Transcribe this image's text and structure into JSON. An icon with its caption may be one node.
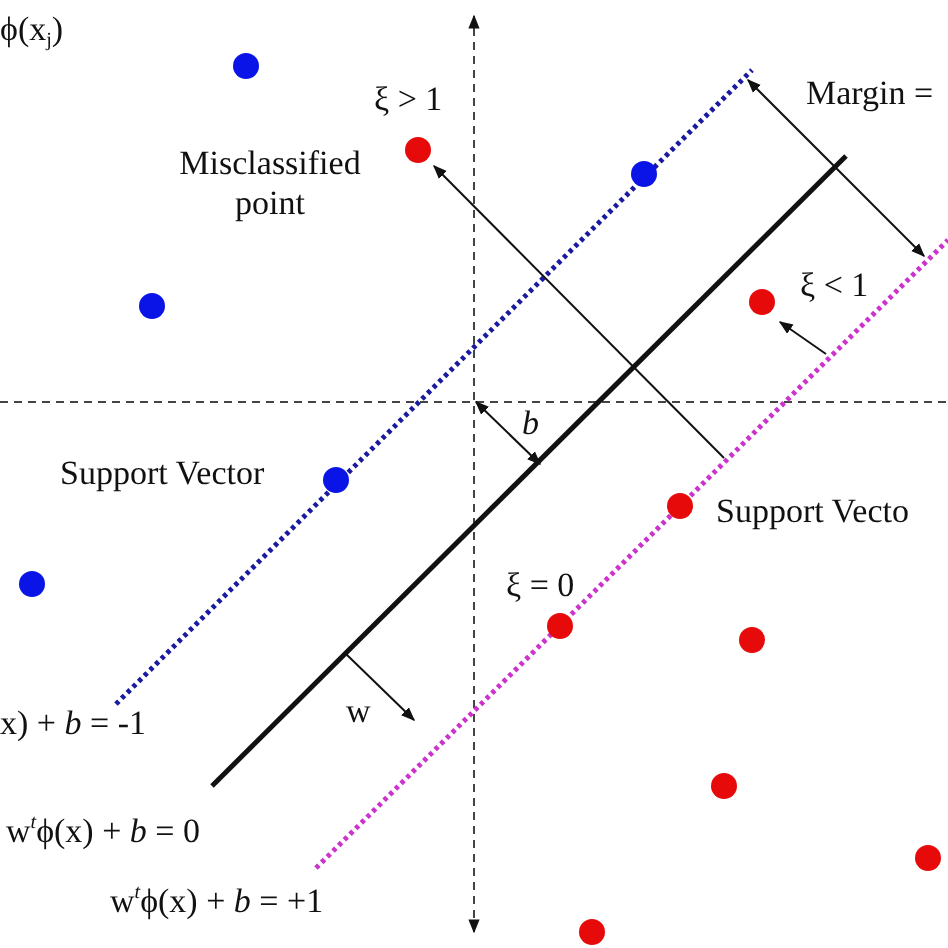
{
  "diagram": {
    "labels": [
      "ϕ(x$_{j}$)",
      "ξ > 1",
      "Margin =",
      "Misclassified point",
      "ξ < 1",
      "*b*",
      "Support Vector",
      "Support Vecto",
      "ξ = 0",
      "x) + *b* = -1",
      "w",
      "w$^{t}$ϕ(x) + *b* = 0",
      "w$^{t}$ϕ(x) + *b* = +1"
    ]
  }
}
